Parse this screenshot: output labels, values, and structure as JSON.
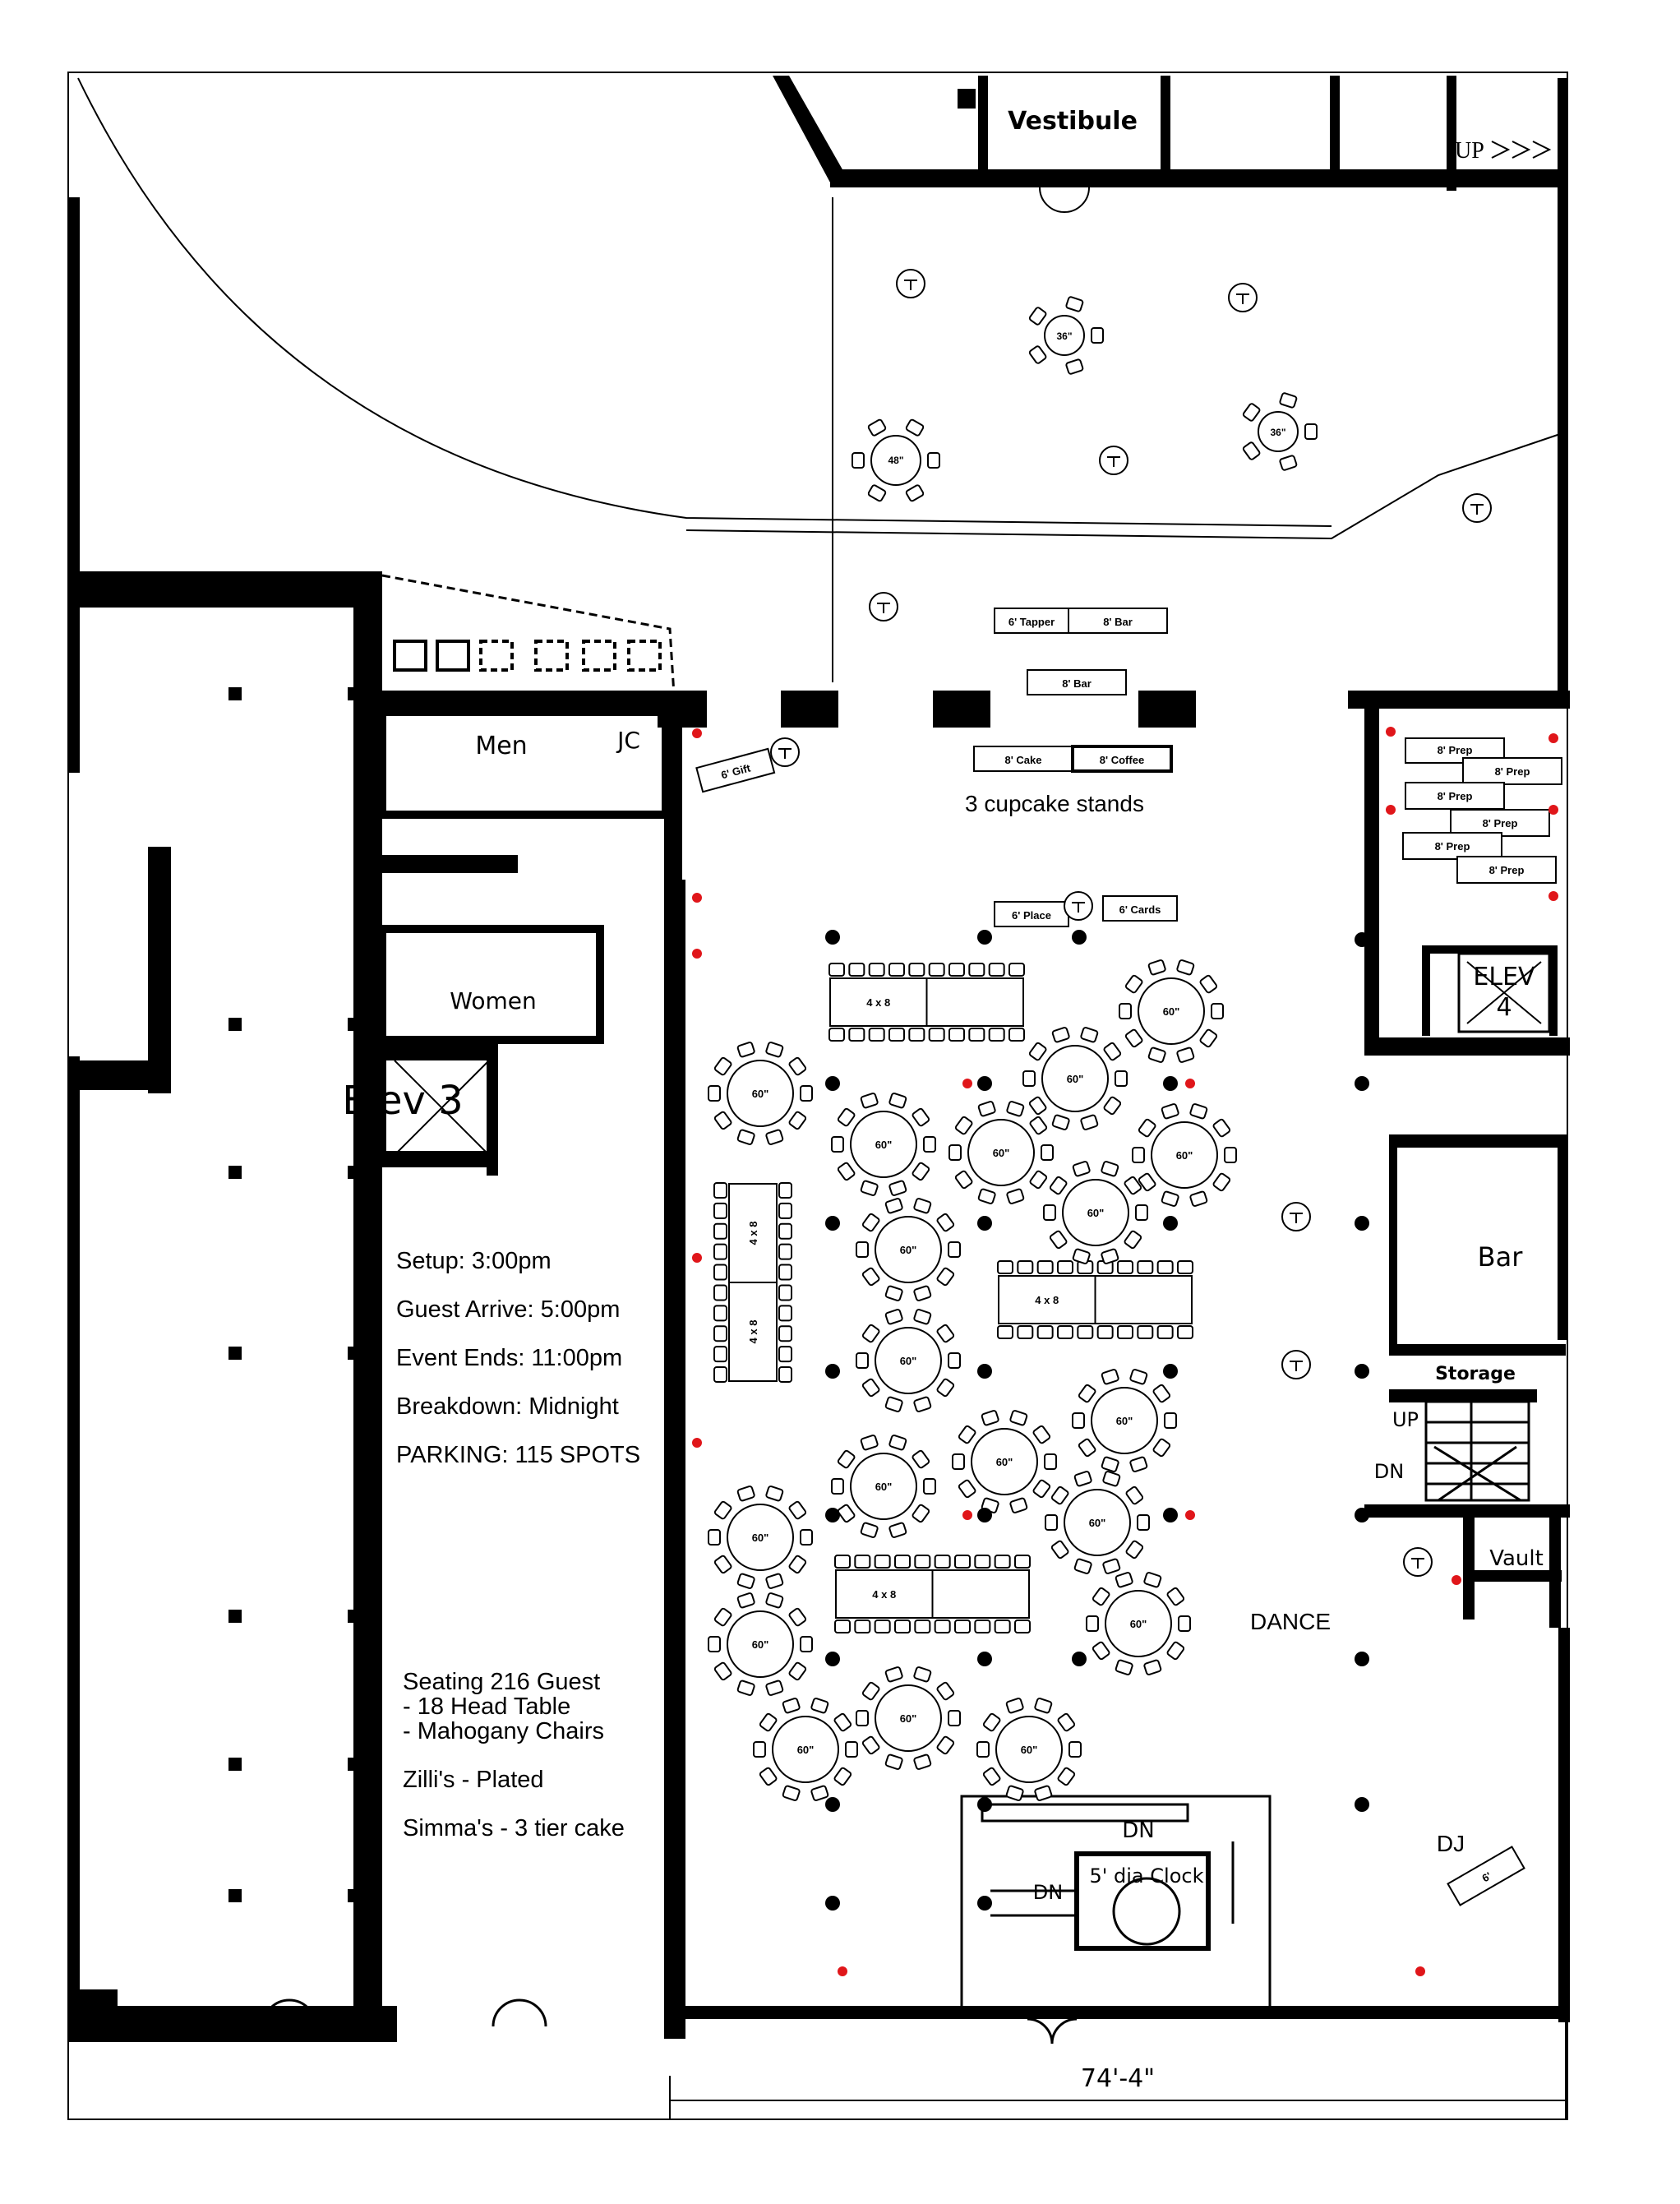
{
  "rooms": {
    "vestibule": "Vestibule",
    "up_top": "UP",
    "men": "Men",
    "jc": "JC",
    "women": "Women",
    "elev3": "Elev 3",
    "elev4_a": "ELEV",
    "elev4_b": "4",
    "bar": "Bar",
    "storage": "Storage",
    "stair_up": "UP",
    "stair_dn": "DN",
    "vault": "Vault",
    "clock": "5' dia Clock",
    "dn_clock_a": "DN",
    "dn_clock_b": "DN"
  },
  "labels": {
    "cupcake": "3 cupcake stands",
    "dance": "DANCE",
    "dj": "DJ",
    "dimension": "74'-4\""
  },
  "event_schedule": [
    "Setup: 3:00pm",
    "Guest Arrive: 5:00pm",
    "Event Ends: 11:00pm",
    "Breakdown: Midnight",
    "PARKING: 115 SPOTS"
  ],
  "event_details": [
    "Seating 216 Guest",
    "- 18 Head Table",
    "- Mahogany Chairs",
    "Zilli's - Plated",
    "Simma's - 3 tier cake"
  ],
  "service_tables": {
    "tapper": "6' Tapper",
    "bar1": "8' Bar",
    "bar2": "8' Bar",
    "cake": "8' Cake",
    "coffee": "8' Coffee",
    "gift": "6' Gift",
    "place": "6' Place",
    "cards": "6' Cards",
    "prep1": "8' Prep",
    "prep2": "8' Prep",
    "prep3": "8' Prep",
    "prep4": "8' Prep",
    "prep5": "8' Prep",
    "prep6": "8' Prep",
    "dj_table": "6'"
  },
  "cocktail_rounds": {
    "t36a": "36\"",
    "t36b": "36\"",
    "t48": "48\""
  },
  "rounds_60_label": "60\"",
  "head_table_label": "4 x 8",
  "rounds_60_count": 18,
  "colors": {
    "wall": "#000000",
    "column_marker": "#000000",
    "red_marker": "#e0161a",
    "background": "#ffffff"
  }
}
